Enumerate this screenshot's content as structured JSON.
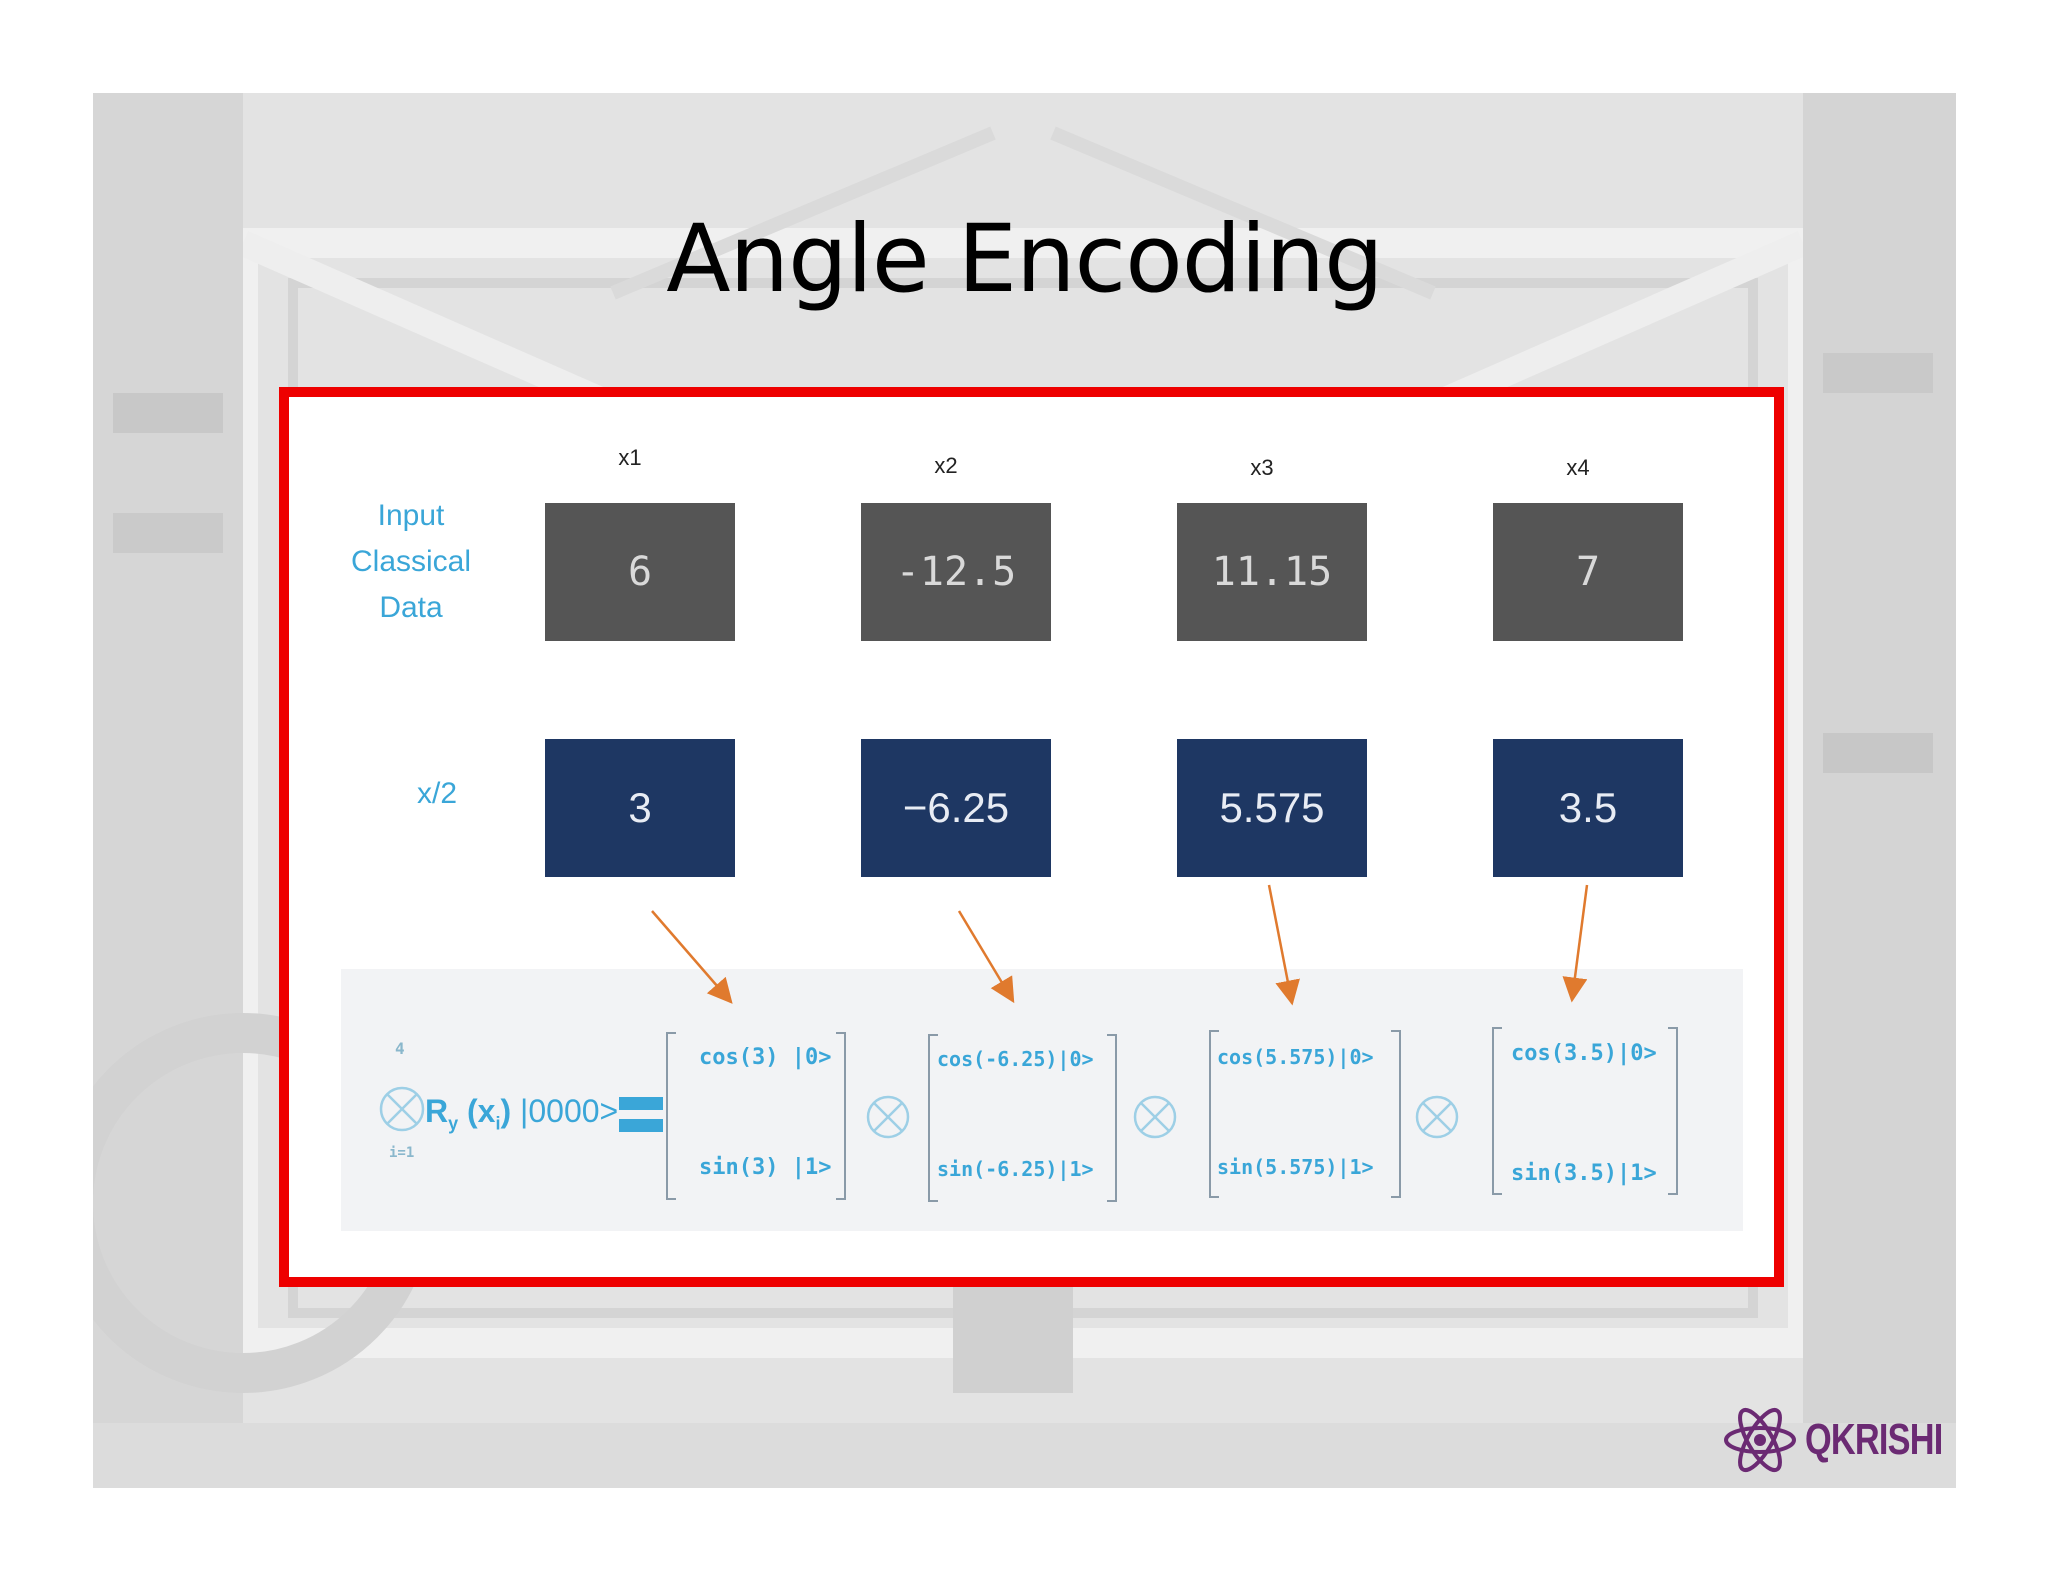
{
  "slide": {
    "title": "Angle Encoding"
  },
  "diagram": {
    "row_labels": {
      "input": "Input\nClassical\nData",
      "half": "x/2"
    },
    "columns": [
      {
        "name": "x1",
        "input": "6",
        "half": "3",
        "cos": "cos(3) |0>",
        "sin": "sin(3) |1>"
      },
      {
        "name": "x2",
        "input": "-12.5",
        "half": "−6.25",
        "cos": "cos(-6.25)|0>",
        "sin": "sin(-6.25)|1>"
      },
      {
        "name": "x3",
        "input": "11.15",
        "half": "5.575",
        "cos": "cos(5.575)|0>",
        "sin": "sin(5.575)|1>"
      },
      {
        "name": "x4",
        "input": "7",
        "half": "3.5",
        "cos": "cos(3.5)|0>",
        "sin": "sin(3.5)|1>"
      }
    ],
    "formula": {
      "upper_limit": "4",
      "lower_limit": "i=1",
      "operator_R": "R",
      "operator_sub": "y",
      "argument": "(x",
      "argument_sub": "i",
      "argument_close": ")",
      "ket": "|0000>"
    },
    "colors": {
      "input_box": "#555555",
      "half_box": "#1e3763",
      "formula_text": "#3aa6d8",
      "arrow": "#e07a2e",
      "frame": "#ee0000"
    }
  },
  "logo": {
    "text": "QKRISHI",
    "icon": "atom-icon"
  }
}
